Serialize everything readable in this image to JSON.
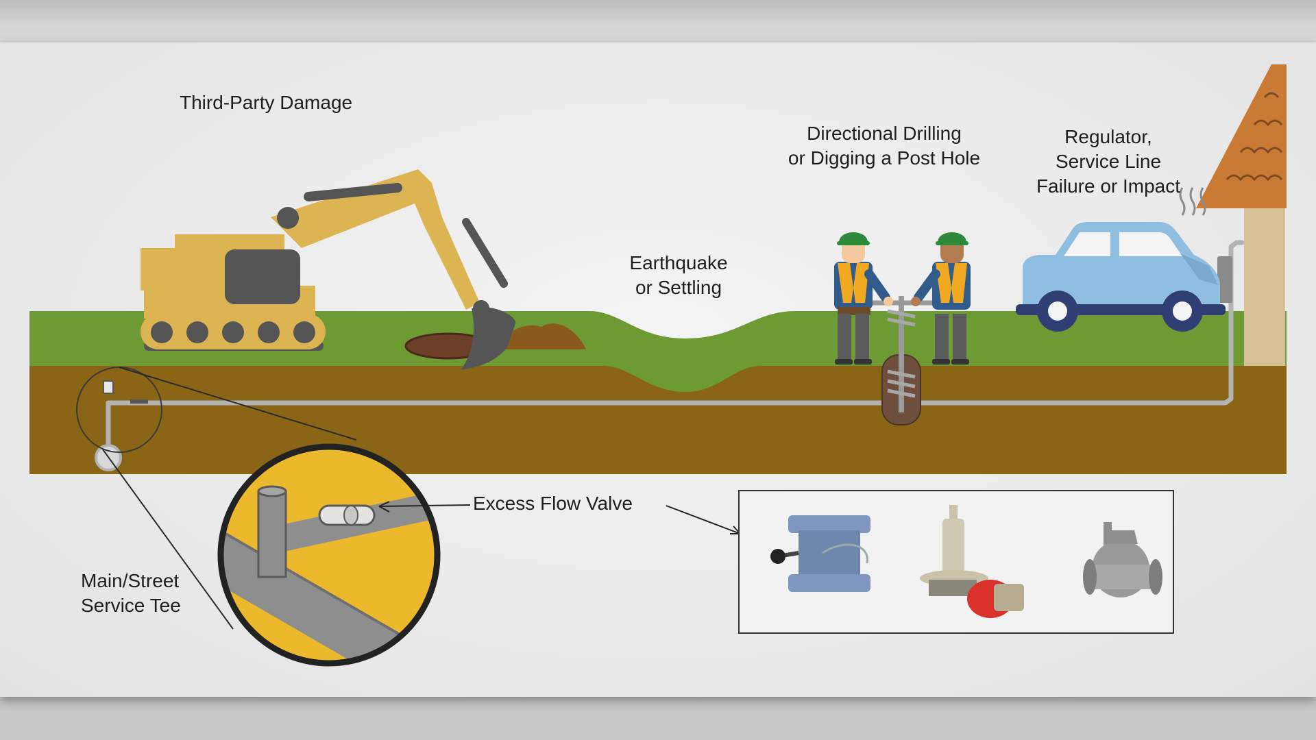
{
  "labels": {
    "third_party_damage": "Third-Party Damage",
    "directional_drilling_line1": "Directional Drilling",
    "directional_drilling_line2": "or Digging a Post Hole",
    "regulator_line1": "Regulator,",
    "regulator_line2": "Service Line",
    "regulator_line3": "Failure or Impact",
    "earthquake_line1": "Earthquake",
    "earthquake_line2": "or Settling",
    "excess_flow_valve": "Excess Flow Valve",
    "main_street_line1": "Main/Street",
    "main_street_line2": "Service Tee"
  },
  "colors": {
    "grass": "#6e9a33",
    "soil": "#8a6516",
    "pipe": "#b3b3b3",
    "excavator": "#dcb451",
    "car": "#8fbee0",
    "roof": "#c97b36",
    "house_wall": "#d8c197",
    "magnifier_fill": "#ecb92c"
  },
  "icons": [
    "excavator-icon",
    "workers-icon",
    "post-hole-auger-icon",
    "car-icon",
    "house-icon",
    "magnifier-icon",
    "valve-photo-1",
    "valve-photo-2",
    "valve-photo-3"
  ]
}
